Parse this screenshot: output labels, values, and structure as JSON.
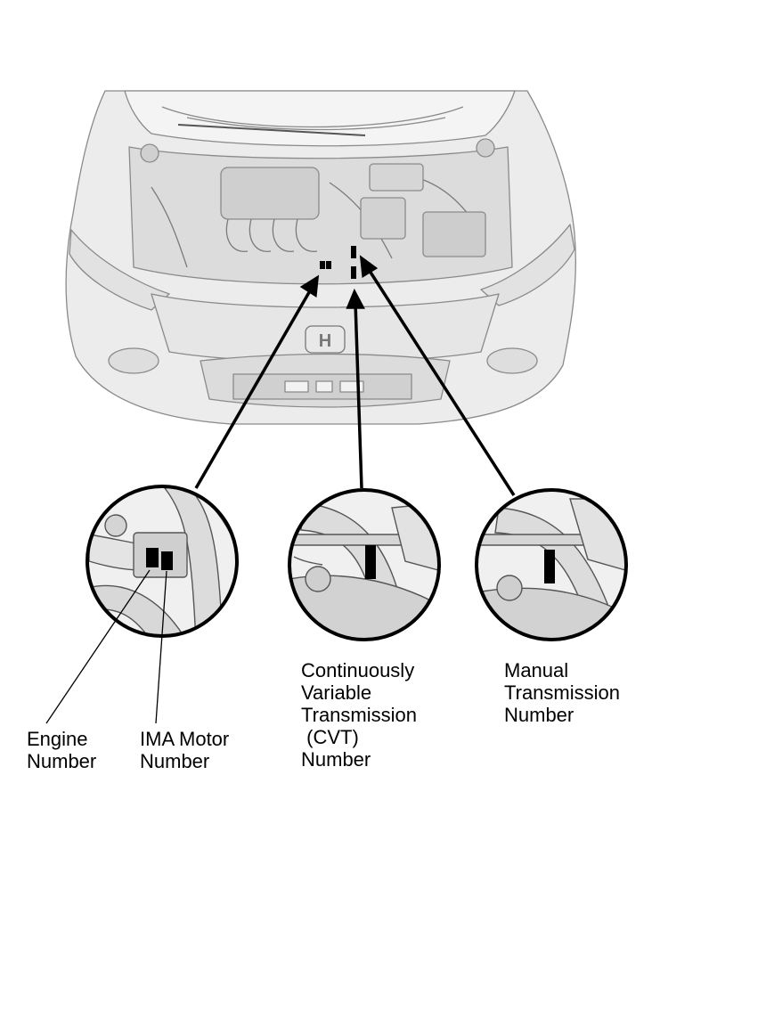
{
  "labels": {
    "engine": [
      "Engine",
      "Number"
    ],
    "ima_motor": [
      "IMA Motor",
      "Number"
    ],
    "cvt": [
      "Continuously",
      "Variable",
      "Transmission",
      " (CVT)",
      "Number"
    ],
    "manual": [
      "Manual",
      "Transmission",
      "Number"
    ]
  },
  "colors": {
    "line": "#000000",
    "body_fill": "#ececec",
    "body_stroke": "#8a8a8a",
    "engine_bay": "#dcdcdc",
    "part_fill": "#c8c8c8",
    "marker": "#000000"
  },
  "icons": {
    "logo": "honda-logo-icon",
    "number_plate": "number-plate-marker-icon"
  }
}
